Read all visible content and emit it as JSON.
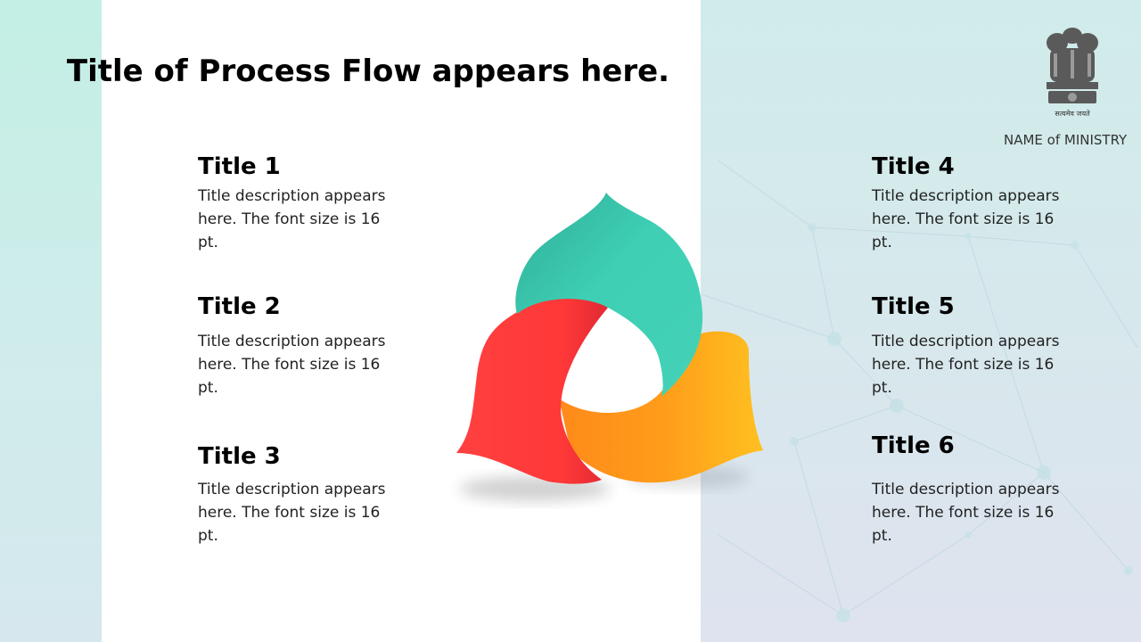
{
  "slide": {
    "title": "Title of Process Flow appears here.",
    "ministry": "NAME of MINISTRY",
    "emblem_motto": "सत्यमेव जयते"
  },
  "items": [
    {
      "title": "Title 1",
      "desc": "Title description appears here. The font size is 16 pt."
    },
    {
      "title": "Title 2",
      "desc": "Title description appears here. The font size is 16 pt."
    },
    {
      "title": "Title 3",
      "desc": "Title description appears here. The font size is 16 pt."
    },
    {
      "title": "Title 4",
      "desc": "Title description appears here. The font size is 16 pt."
    },
    {
      "title": "Title 5",
      "desc": "Title description appears here. The font size is 16 pt."
    },
    {
      "title": "Title 6",
      "desc": "Title description appears here. The font size is 16 pt."
    }
  ],
  "colors": {
    "teal": "#3ecfb4",
    "red": "#ff3b3b",
    "orange": "#ff9c1a",
    "yellow": "#ffc020"
  },
  "icons": [
    "national-emblem-icon"
  ]
}
